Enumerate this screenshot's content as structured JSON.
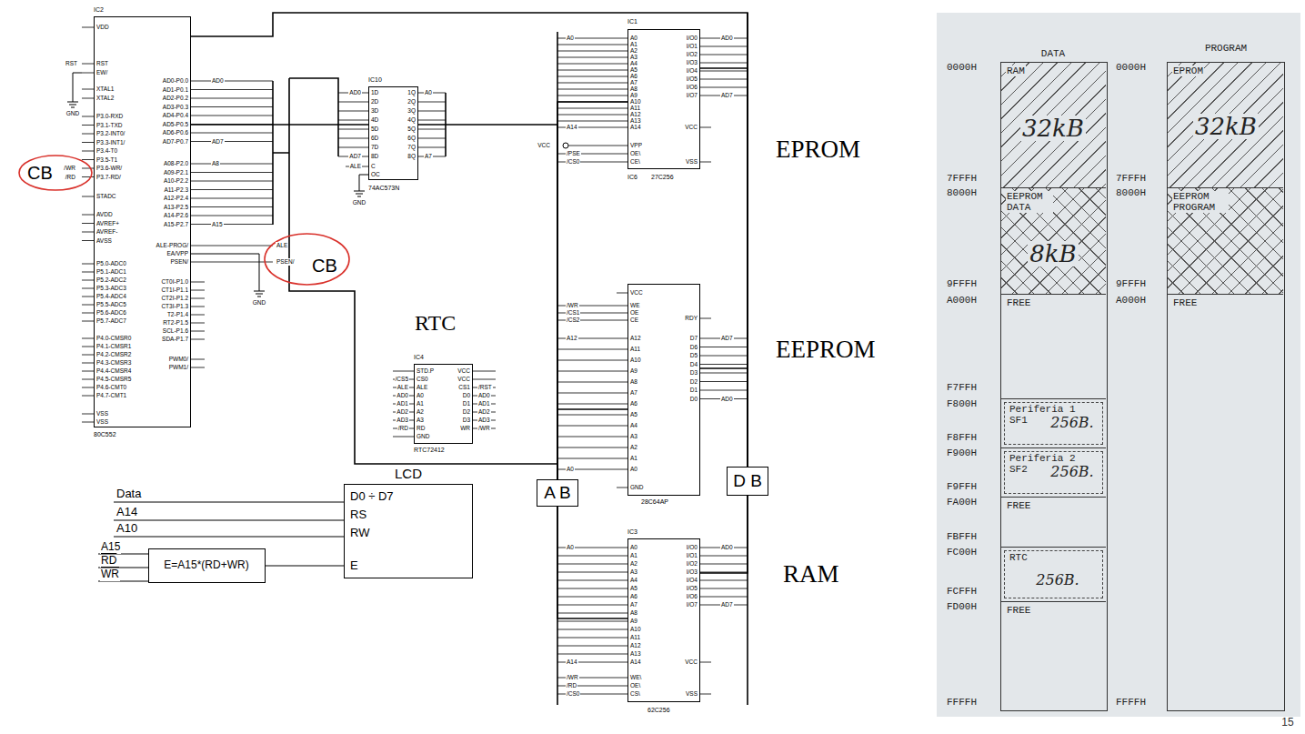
{
  "diagram": {
    "nodes": [
      {
        "text": [
          "IC2",
          "VDD",
          "RST",
          "EW/",
          "XTAL1",
          "XTAL2",
          "P3.0-RXD",
          "P3.1-TXD",
          "P3.2-INT0/",
          "P3.3-INT1/",
          "P3.4-T0",
          "P3.5-T1",
          "P3.6-WR/",
          "P3.7-RD/",
          "STADC",
          "AVDD",
          "AVREF+",
          "AVREF-",
          "AVSS",
          "P5.0-ADC0",
          "P5.1-ADC1",
          "P5.2-ADC2",
          "P5.3-ADC3",
          "P5.4-ADC4",
          "P5.5-ADC5",
          "P5.6-ADC6",
          "P5.7-ADC7",
          "P4.0-CMSR0",
          "P4.1-CMSR1",
          "P4.2-CMSR2",
          "P4.3-CMSR3",
          "P4.4-CMSR4",
          "P4.5-CMSR5",
          "P4.6-CMT0",
          "P4.7-CMT1",
          "VSS",
          "VSS",
          "AD0-P0.0",
          "AD1-P0.1",
          "AD2-P0.2",
          "AD3-P0.3",
          "AD4-P0.4",
          "AD5-P0.5",
          "AD6-P0.6",
          "AD7-P0.7",
          "A08-P2.0",
          "A09-P2.1",
          "A10-P2.2",
          "A11-P2.3",
          "A12-P2.4",
          "A13-P2.5",
          "A14-P2.6",
          "A15-P2.7",
          "ALE-PROG/",
          "EA/VPP",
          "PSEN/",
          "CT0I-P1.0",
          "CT1I-P1.1",
          "CT2I-P1.2",
          "CT3I-P1.3",
          "T2-P1.4",
          "RT2-P1.5",
          "SCL-P1.6",
          "SDA-P1.7",
          "PWM0/",
          "PWM1/",
          "80C552"
        ]
      },
      {
        "text": [
          "CB"
        ]
      },
      {
        "text": [
          "IC10",
          "1D",
          "2D",
          "3D",
          "4D",
          "5D",
          "6D",
          "7D",
          "8D",
          "C",
          "OC",
          "1Q",
          "2Q",
          "3Q",
          "4Q",
          "5Q",
          "6Q",
          "7Q",
          "8Q",
          "74AC573N"
        ]
      },
      {
        "text": [
          "CB"
        ]
      },
      {
        "text": [
          "IC1",
          "A0",
          "A1",
          "A2",
          "A3",
          "A4",
          "A5",
          "A6",
          "A7",
          "A8",
          "A9",
          "A10",
          "A11",
          "A12",
          "A13",
          "A14",
          "VPP",
          "OE\\",
          "CE\\",
          "I/O0",
          "I/O1",
          "I/O2",
          "I/O3",
          "I/O4",
          "I/O5",
          "I/O6",
          "I/O7",
          "VCC",
          "VSS",
          "IC6",
          "27C256"
        ]
      },
      {
        "text": [
          "IC4",
          "STD.P",
          "CS0",
          "ALE",
          "A0",
          "A1",
          "A2",
          "A3",
          "RD",
          "GND",
          "VCC",
          "VCC",
          "CS1",
          "D0",
          "D1",
          "D2",
          "D3",
          "WR",
          "RTC72412"
        ]
      },
      {
        "text": [
          "VCC",
          "WE",
          "OE",
          "CE",
          "A12",
          "A11",
          "A10",
          "A9",
          "A8",
          "A7",
          "A6",
          "A5",
          "A4",
          "A3",
          "A2",
          "A1",
          "A0",
          "GND",
          "RDY",
          "D7",
          "D6",
          "D5",
          "D4",
          "D3",
          "D2",
          "D1",
          "D0",
          "28C64AP"
        ]
      },
      {
        "text": [
          "A B"
        ]
      },
      {
        "text": [
          "D B"
        ]
      },
      {
        "text": [
          "LCD",
          "D0 ÷ D7",
          "RS",
          "RW",
          "E"
        ]
      },
      {
        "text": [
          "E=A15*(RD+WR)"
        ]
      },
      {
        "text": [
          "IC3",
          "A0",
          "A1",
          "A2",
          "A3",
          "A4",
          "A5",
          "A6",
          "A7",
          "A8",
          "A9",
          "A10",
          "A11",
          "A12",
          "A13",
          "A14",
          "WE\\",
          "OE\\",
          "CS\\",
          "I/O0",
          "I/O1",
          "I/O2",
          "I/O3",
          "I/O4",
          "I/O5",
          "I/O6",
          "I/O7",
          "VCC",
          "VSS",
          "62C256"
        ]
      },
      {
        "text": [
          "DATA"
        ]
      },
      {
        "text": [
          "RAM",
          "32kB"
        ],
        "in": 12
      },
      {
        "text": [
          "EEPROM DATA",
          "8kB"
        ],
        "in": 12
      },
      {
        "text": [
          "FREE"
        ],
        "in": 12
      },
      {
        "text": [
          "Periferia 1 SF1",
          "256B."
        ],
        "in": 12
      },
      {
        "text": [
          "Periferia 2 SF2",
          "256B."
        ],
        "in": 12
      },
      {
        "text": [
          "FREE"
        ],
        "in": 12
      },
      {
        "text": [
          "RTC",
          "256B."
        ],
        "in": 12
      },
      {
        "text": [
          "FREE"
        ],
        "in": 12
      },
      {
        "text": [
          "PROGRAM"
        ]
      },
      {
        "text": [
          "EPROM",
          "32kB"
        ],
        "in": 21
      },
      {
        "text": [
          "EEPROM PROGRAM"
        ],
        "in": 21
      },
      {
        "text": [
          "FREE"
        ],
        "in": 21
      }
    ],
    "edges": [
      {
        "from": 0,
        "to": 2,
        "arrow": "none"
      },
      {
        "from": 0,
        "to": 8,
        "arrow": "none"
      },
      {
        "from": 2,
        "to": 7,
        "arrow": "none"
      },
      {
        "from": 7,
        "to": 4,
        "arrow": "none"
      },
      {
        "from": 7,
        "to": 6,
        "arrow": "none"
      },
      {
        "from": 7,
        "to": 11,
        "arrow": "none"
      },
      {
        "from": 8,
        "to": 4,
        "arrow": "none"
      },
      {
        "from": 8,
        "to": 6,
        "arrow": "none"
      },
      {
        "from": 8,
        "to": 11,
        "arrow": "none"
      },
      {
        "from": 10,
        "to": 9,
        "arrow": "none"
      }
    ],
    "labels": [
      "RST",
      "GND",
      "/WR",
      "/RD",
      "AD0",
      "AD7",
      "A8",
      "A15",
      "ALE",
      "PSEN/",
      "GND",
      "AD0",
      "AD7",
      "ALE",
      "GND",
      "A0",
      "A7",
      "A0",
      "A14",
      "VCC",
      "/PSE",
      "/CS0",
      "AD0",
      "AD7",
      "RTC",
      "/CS5",
      "ALE",
      "AD0",
      "AD1",
      "AD2",
      "AD3",
      "/RD",
      "/RST",
      "AD0",
      "AD1",
      "AD2",
      "AD3",
      "/WR",
      "/WR",
      "/CS1",
      "/CS2",
      "A12",
      "A0",
      "AD7",
      "AD0",
      "EPROM",
      "EEPROM",
      "Data",
      "A14",
      "A10",
      "A15",
      "RD",
      "WR",
      "A0",
      "A14",
      "/WR",
      "/RD",
      "/CS0",
      "AD0",
      "AD7",
      "RAM",
      "0000H",
      "7FFFH",
      "8000H",
      "9FFFH",
      "A000H",
      "F7FFH",
      "F800H",
      "F8FFH",
      "F900H",
      "F9FFH",
      "FA00H",
      "FBFFH",
      "FC00H",
      "FCFFH",
      "FD00H",
      "FFFFH",
      "0000H",
      "7FFFH",
      "8000H",
      "9FFFH",
      "A000H",
      "FFFFH",
      "15"
    ]
  }
}
